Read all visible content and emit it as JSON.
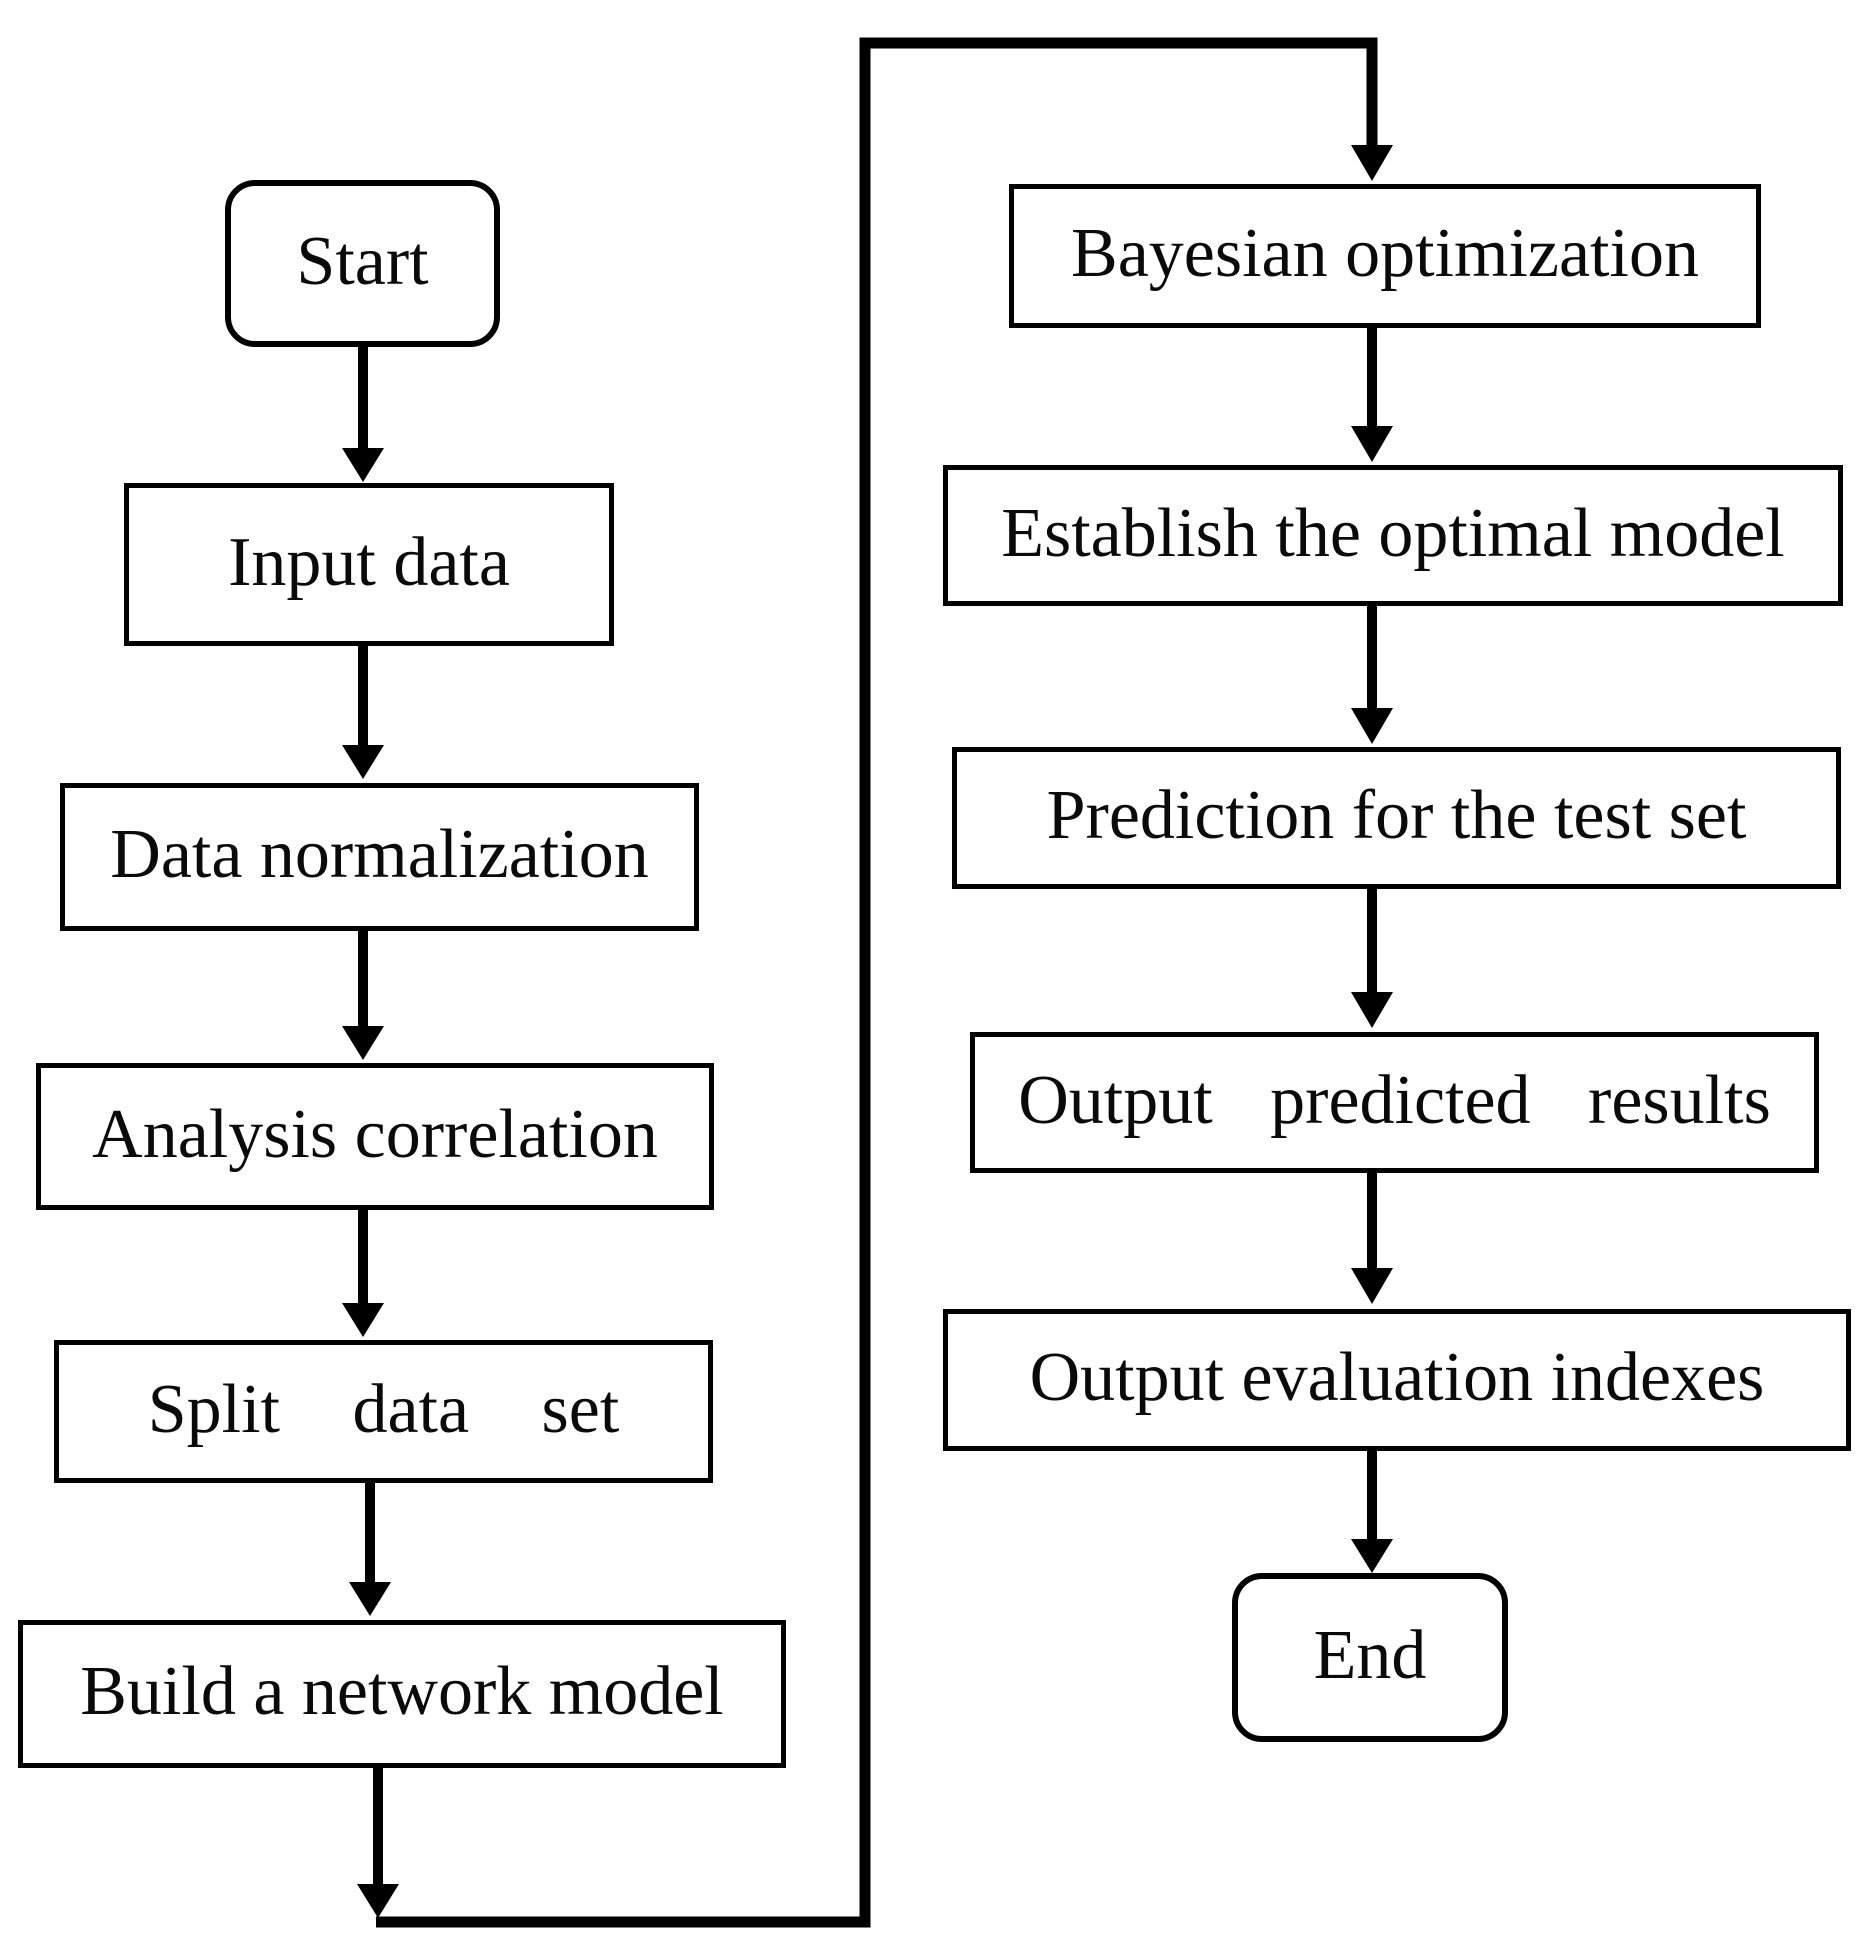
{
  "diagram": {
    "background_color": "#ffffff",
    "line_color": "#000000",
    "text_color": "#0a0a0a",
    "nodes": {
      "start": {
        "label": "Start",
        "shape": "terminator"
      },
      "input_data": {
        "label": "Input data",
        "shape": "process"
      },
      "data_normalization": {
        "label": "Data normalization",
        "shape": "process"
      },
      "analysis_correlation": {
        "label": "Analysis correlation",
        "shape": "process"
      },
      "split_data_set": {
        "label": "Split data set",
        "shape": "process"
      },
      "build_network_model": {
        "label": "Build a network model",
        "shape": "process"
      },
      "bayesian_optimization": {
        "label": "Bayesian optimization",
        "shape": "process"
      },
      "establish_optimal_model": {
        "label": "Establish the optimal model",
        "shape": "process"
      },
      "prediction_test_set": {
        "label": "Prediction for the test set",
        "shape": "process"
      },
      "output_predicted_results": {
        "label": "Output predicted results",
        "shape": "process"
      },
      "output_evaluation_indexes": {
        "label": "Output evaluation indexes",
        "shape": "process"
      },
      "end": {
        "label": "End",
        "shape": "terminator"
      }
    },
    "edges": [
      {
        "from": "start",
        "to": "input_data"
      },
      {
        "from": "input_data",
        "to": "data_normalization"
      },
      {
        "from": "data_normalization",
        "to": "analysis_correlation"
      },
      {
        "from": "analysis_correlation",
        "to": "split_data_set"
      },
      {
        "from": "split_data_set",
        "to": "build_network_model"
      },
      {
        "from": "build_network_model",
        "to": "bayesian_optimization"
      },
      {
        "from": "bayesian_optimization",
        "to": "establish_optimal_model"
      },
      {
        "from": "establish_optimal_model",
        "to": "prediction_test_set"
      },
      {
        "from": "prediction_test_set",
        "to": "output_predicted_results"
      },
      {
        "from": "output_predicted_results",
        "to": "output_evaluation_indexes"
      },
      {
        "from": "output_evaluation_indexes",
        "to": "end"
      }
    ]
  }
}
